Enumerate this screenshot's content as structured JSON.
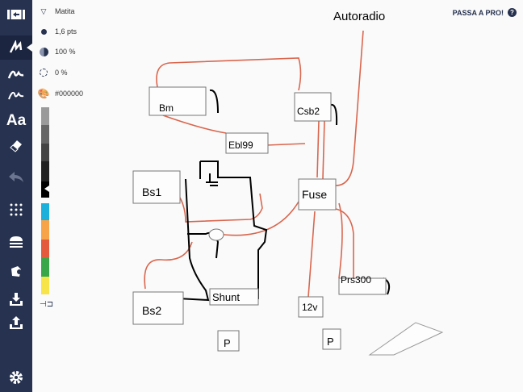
{
  "sidebar": {
    "tools": [
      "collapse",
      "pencil",
      "pen",
      "marker",
      "text",
      "eraser",
      "undo",
      "grid",
      "layers",
      "shapes",
      "import",
      "export",
      "settings"
    ],
    "text_tool_label": "Aa"
  },
  "panel": {
    "tool_name": "Matita",
    "size": "1,6 pts",
    "opacity": "100 %",
    "smoothing": "0 %",
    "color": "#000000",
    "swatches": [
      "#9a9a9a",
      "#666666",
      "#444444",
      "#222222",
      "#000000",
      "#1bb0dc",
      "#f7a347",
      "#e35a3c",
      "#3aa64a",
      "#f7e34a"
    ]
  },
  "header": {
    "upgrade": "PASSA A PRO!",
    "help": "?"
  },
  "drawing": {
    "title": "Autoradio",
    "labels": {
      "bm": "Bm",
      "csb2": "Csb2",
      "ebl99": "Ebl99",
      "bs1": "Bs1",
      "fuse": "Fuse",
      "prs300": "Prs300",
      "shunt": "Shunt",
      "bs2": "Bs2",
      "v12": "12v",
      "p1": "P",
      "p2": "P"
    }
  },
  "colors": {
    "sidebar": "#26324f",
    "wire": "#d9664e"
  }
}
